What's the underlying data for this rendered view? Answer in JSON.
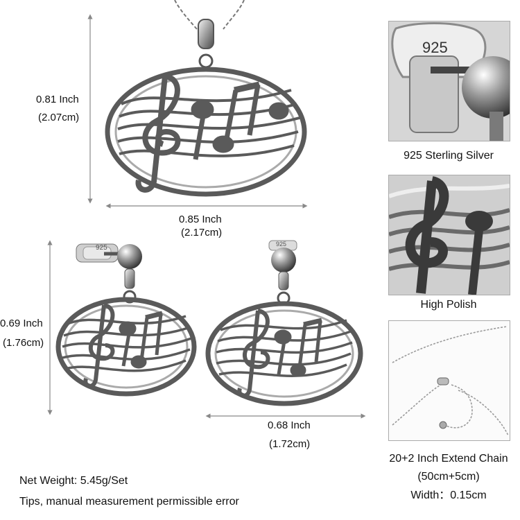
{
  "pendant": {
    "height_inch": "0.81 Inch",
    "height_cm": "(2.07cm)",
    "width_inch": "0.85 Inch",
    "width_cm": "(2.17cm)"
  },
  "earring": {
    "height_inch": "0.69 Inch",
    "height_cm": "(1.76cm)",
    "width_inch": "0.68 Inch",
    "width_cm": "(1.72cm)",
    "stamp": "925"
  },
  "panels": {
    "silver_stamp": "925",
    "silver_caption": "925 Sterling Silver",
    "polish_caption": "High Polish",
    "chain_caption": "20+2 Inch Extend Chain",
    "chain_cm": "(50cm+5cm)",
    "chain_width": "Width：0.15cm"
  },
  "notes": {
    "weight": "Net Weight: 5.45g/Set",
    "tips": "Tips, manual measurement permissible error"
  },
  "colors": {
    "silver_dark": "#5a5a5a",
    "silver_mid": "#9a9a9a",
    "silver_light": "#e6e6e6",
    "dimension_line": "#888888"
  }
}
